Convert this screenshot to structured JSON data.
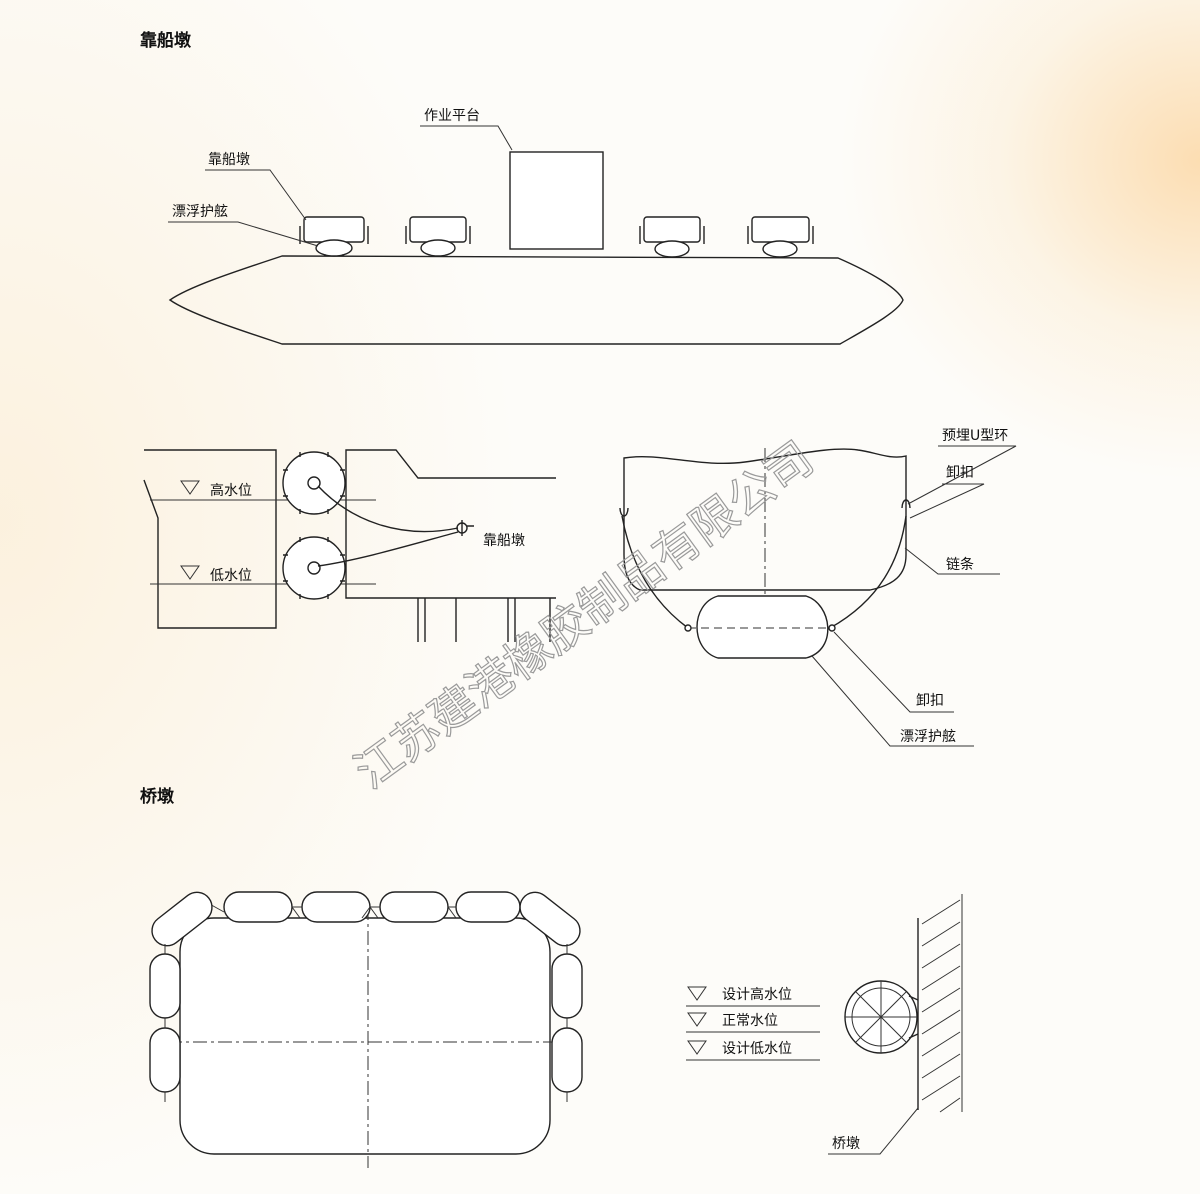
{
  "sections": {
    "berth_title": "靠船墩",
    "bridge_title": "桥墩"
  },
  "labels": {
    "work_platform": "作业平台",
    "berth_pier": "靠船墩",
    "floating_fender": "漂浮护舷",
    "high_water": "高水位",
    "low_water": "低水位",
    "berth_pier_mid": "靠船墩",
    "u_ring": "预埋U型环",
    "shackle_top": "卸扣",
    "chain": "链条",
    "shackle_bottom": "卸扣",
    "floating_fender_right": "漂浮护舷",
    "design_high_water": "设计高水位",
    "normal_water": "正常水位",
    "design_low_water": "设计低水位",
    "bridge_pier": "桥墩"
  },
  "watermark": "江苏建港橡胶制品有限公司",
  "colors": {
    "line": "#222222",
    "watermark": "#9a9a9a",
    "glow": "#fbc478"
  }
}
